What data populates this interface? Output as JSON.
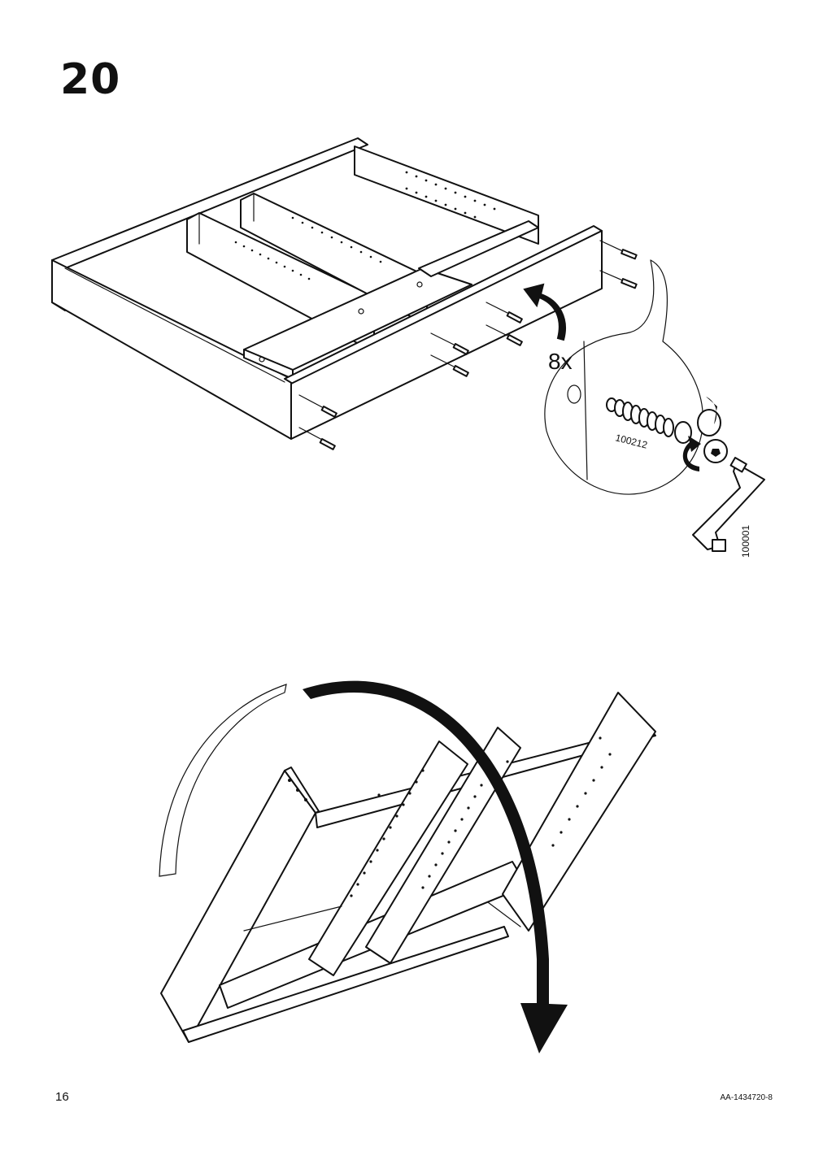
{
  "step": {
    "number": "20"
  },
  "callout": {
    "quantity": "8x",
    "part_dowel": "100212",
    "part_key": "100001"
  },
  "footer": {
    "page_number": "16",
    "document_id": "AA-1434720-8"
  },
  "icons": {
    "rotation_arrow": "curved-arrow-icon",
    "turn_arrow": "rotate-arrow-icon",
    "tool": "allen-key-icon"
  }
}
